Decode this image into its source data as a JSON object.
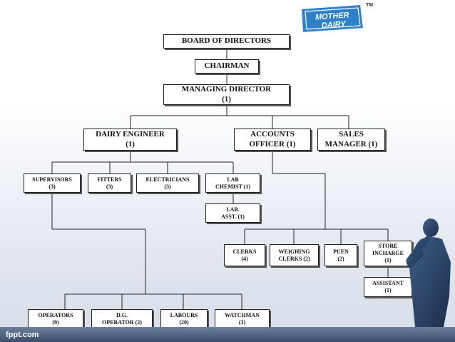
{
  "logo": {
    "line1": "MOTHER",
    "line2": "DAIRY",
    "tm": "TM",
    "bg_color": "#2f7fc9"
  },
  "footer": {
    "text": "fppt.com"
  },
  "chart": {
    "board": "BOARD OF DIRECTORS",
    "chairman": "CHAIRMAN",
    "md": {
      "title": "MANAGING DIRECTOR",
      "count": "(1)"
    },
    "dairy_engineer": {
      "title": "DAIRY ENGINEER",
      "count": "(1)"
    },
    "accounts_officer": {
      "title": "ACCOUNTS",
      "line2": "OFFICER (1)"
    },
    "sales_manager": {
      "title": "SALES",
      "line2": "MANAGER (1)"
    },
    "supervisors": {
      "title": "SUPERVISORS",
      "count": "(3)"
    },
    "fitters": {
      "title": "FITTERS",
      "count": "(3)"
    },
    "electricians": {
      "title": "ELECTRICIANS",
      "count": "(3)"
    },
    "lab_chemist": {
      "title": "LAB",
      "line2": "CHEMIST (1)"
    },
    "lab_asst": {
      "title": "LAB.",
      "line2": "ASST. (1)"
    },
    "clerks": {
      "title": "CLERKS",
      "count": "(4)"
    },
    "weighing_clerks": {
      "title": "WEIGHING",
      "line2": "CLERKS (2)"
    },
    "puen": {
      "title": "PUEN",
      "count": "(2)"
    },
    "store_incharge": {
      "title": "STORE",
      "line2": "INCHARGE",
      "count": "(1)"
    },
    "assistant": {
      "title": "ASSISTANT",
      "count": "(1)"
    },
    "operators": {
      "title": "OPERATORS",
      "count": "(9)"
    },
    "dg_operator": {
      "title": "D.G.",
      "line2": "OPERATOR (2)"
    },
    "labours": {
      "title": "LABOURS",
      "count": "(20)"
    },
    "watchman": {
      "title": "WATCHMAN",
      "count": "(3)"
    }
  }
}
